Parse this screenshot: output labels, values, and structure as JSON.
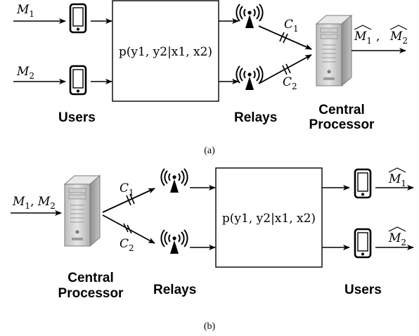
{
  "diagram_a": {
    "caption": "(a)",
    "inputs": [
      {
        "sym": "M",
        "sub": "1"
      },
      {
        "sym": "M",
        "sub": "2"
      }
    ],
    "channel_label": "p(y1, y2|x1, x2)",
    "links": [
      {
        "sym": "C",
        "sub": "1"
      },
      {
        "sym": "C",
        "sub": "2"
      }
    ],
    "output": [
      {
        "sym": "M",
        "sub": "1"
      },
      {
        "sym": "M",
        "sub": "2"
      }
    ],
    "users_label": "Users",
    "relays_label": "Relays",
    "processor_label_line1": "Central",
    "processor_label_line2": "Processor"
  },
  "diagram_b": {
    "caption": "(b)",
    "input": [
      {
        "sym": "M",
        "sub": "1"
      },
      {
        "sym": "M",
        "sub": "2"
      }
    ],
    "links": [
      {
        "sym": "C",
        "sub": "1"
      },
      {
        "sym": "C",
        "sub": "2"
      }
    ],
    "channel_label": "p(y1, y2|x1, x2)",
    "outputs": [
      {
        "sym": "M",
        "sub": "1"
      },
      {
        "sym": "M",
        "sub": "2"
      }
    ],
    "processor_label_line1": "Central",
    "processor_label_line2": "Processor",
    "relays_label": "Relays",
    "users_label": "Users"
  },
  "icons": [
    "phone-icon",
    "antenna-icon",
    "server-icon"
  ],
  "colors": {
    "stroke": "#000000",
    "server_body": "#d4d4d4",
    "server_shadow": "#9a9a9a"
  }
}
